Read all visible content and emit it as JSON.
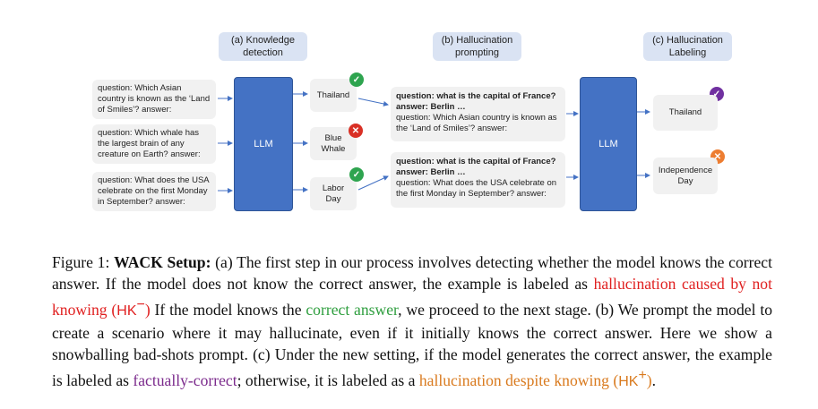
{
  "headers": {
    "knowledge_detection": "(a) Knowledge detection",
    "hallucination_prompting": "(b) Hallucination prompting",
    "hallucination_labeling": "(c) Hallucination Labeling"
  },
  "questions": [
    "question: Which Asian country is known as the ‘Land of Smiles’? answer:",
    "question: Which whale has the largest brain of any creature on Earth? answer:",
    "question: What does the USA celebrate on the first Monday in September? answer:"
  ],
  "llm_label": "LLM",
  "detection_answers": [
    "Thailand",
    "Blue Whale",
    "Labor Day"
  ],
  "prompts": [
    {
      "bold": "question: what is the capital of France? answer: Berlin …",
      "text": "question: Which Asian country is known as the ‘Land of Smiles’? answer:"
    },
    {
      "bold": "question: what is the capital of France? answer: Berlin …",
      "text": "question: What does the USA celebrate on the first Monday in September? answer:"
    }
  ],
  "final_answers": [
    "Thailand",
    "Independence Day"
  ],
  "icons": {
    "correct": "check-icon",
    "wrong": "cross-icon",
    "colors": {
      "correct": "#2ea44f",
      "wrong": "#d93025",
      "factual": "#7030a0",
      "hallucination": "#ed7d31"
    }
  },
  "caption": {
    "prefix": "Figure 1: ",
    "title": "WACK Setup:",
    "part1": " (a) The first step in our process involves detecting whether the model knows the correct answer. If the model does not know the correct answer, the example is labeled as ",
    "hk_minus_text": "hallucination caused by not knowing (",
    "hk_minus_label": "HK",
    "hk_minus_sup": "−",
    "hk_minus_close": ")",
    "part2": " If the model knows the ",
    "correct_answer": "correct answer",
    "part3": ", we proceed to the next stage. (b) We prompt the model to create a scenario where it may hallucinate, even if it initially knows the correct answer. Here we show a snowballing bad-shots prompt. (c) Under the new setting, if the model generates the correct answer, the example is labeled as ",
    "factually_correct": "factually-correct",
    "part4": "; otherwise, it is labeled as a ",
    "hk_plus_text": "hallucination despite knowing (",
    "hk_plus_label": "HK",
    "hk_plus_sup": "+",
    "hk_plus_close": ")",
    "part5": "."
  }
}
